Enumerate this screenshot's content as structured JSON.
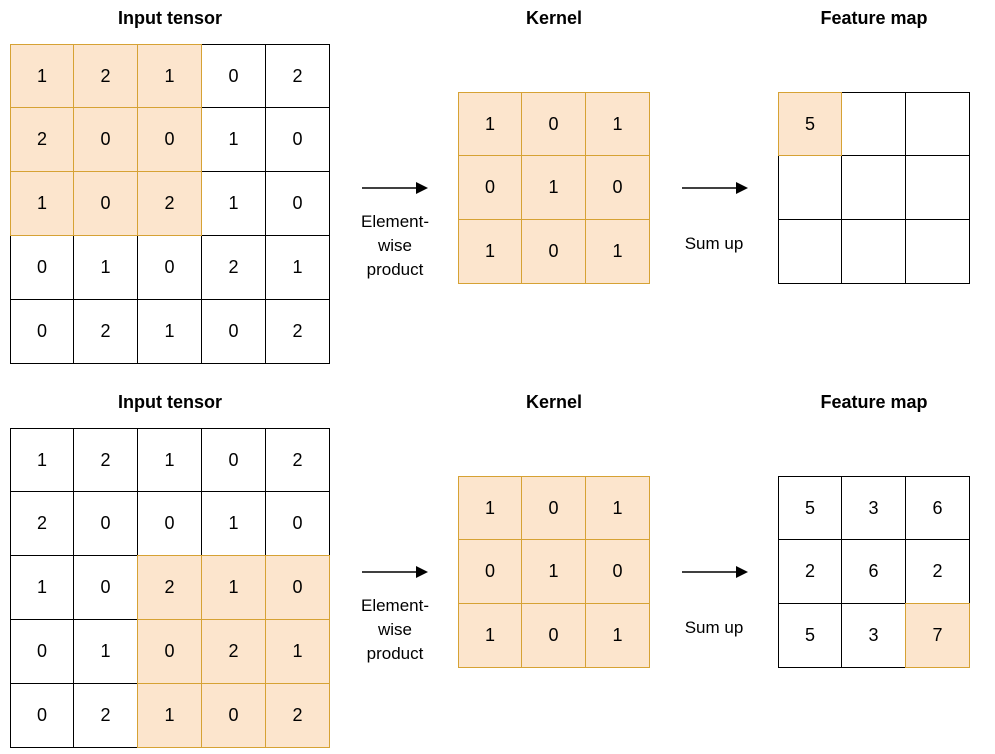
{
  "panels": [
    {
      "input_title": "Input tensor",
      "kernel_title": "Kernel",
      "feature_title": "Feature map",
      "input": [
        [
          1,
          2,
          1,
          0,
          2
        ],
        [
          2,
          0,
          0,
          1,
          0
        ],
        [
          1,
          0,
          2,
          1,
          0
        ],
        [
          0,
          1,
          0,
          2,
          1
        ],
        [
          0,
          2,
          1,
          0,
          2
        ]
      ],
      "input_highlight": [
        [
          0,
          0
        ],
        [
          0,
          1
        ],
        [
          0,
          2
        ],
        [
          1,
          0
        ],
        [
          1,
          1
        ],
        [
          1,
          2
        ],
        [
          2,
          0
        ],
        [
          2,
          1
        ],
        [
          2,
          2
        ]
      ],
      "kernel": [
        [
          1,
          0,
          1
        ],
        [
          0,
          1,
          0
        ],
        [
          1,
          0,
          1
        ]
      ],
      "feature": [
        [
          "5",
          "",
          ""
        ],
        [
          "",
          "",
          ""
        ],
        [
          "",
          "",
          ""
        ]
      ],
      "feature_highlight": [
        [
          0,
          0
        ]
      ],
      "op1_label": "Element-\nwise\nproduct",
      "op2_label": "Sum up"
    },
    {
      "input_title": "Input tensor",
      "kernel_title": "Kernel",
      "feature_title": "Feature map",
      "input": [
        [
          1,
          2,
          1,
          0,
          2
        ],
        [
          2,
          0,
          0,
          1,
          0
        ],
        [
          1,
          0,
          2,
          1,
          0
        ],
        [
          0,
          1,
          0,
          2,
          1
        ],
        [
          0,
          2,
          1,
          0,
          2
        ]
      ],
      "input_highlight": [
        [
          2,
          2
        ],
        [
          2,
          3
        ],
        [
          2,
          4
        ],
        [
          3,
          2
        ],
        [
          3,
          3
        ],
        [
          3,
          4
        ],
        [
          4,
          2
        ],
        [
          4,
          3
        ],
        [
          4,
          4
        ]
      ],
      "kernel": [
        [
          1,
          0,
          1
        ],
        [
          0,
          1,
          0
        ],
        [
          1,
          0,
          1
        ]
      ],
      "feature": [
        [
          "5",
          "3",
          "6"
        ],
        [
          "2",
          "6",
          "2"
        ],
        [
          "5",
          "3",
          "7"
        ]
      ],
      "feature_highlight": [
        [
          2,
          2
        ]
      ],
      "op1_label": "Element-\nwise\nproduct",
      "op2_label": "Sum up"
    }
  ]
}
